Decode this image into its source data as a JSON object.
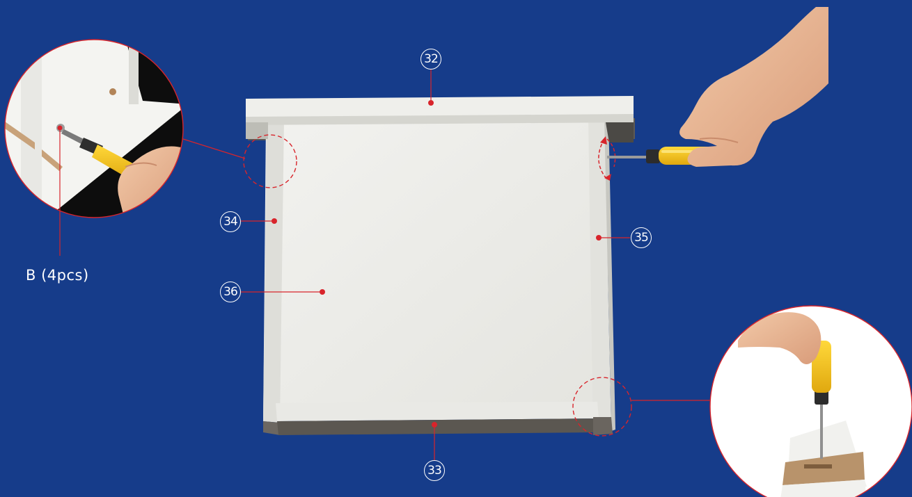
{
  "colors": {
    "background": "#163c8a",
    "panel": "#ecece8",
    "callout_line": "#d8242b",
    "handle_yellow": "#f4c21a"
  },
  "callouts": {
    "top_panel": "32",
    "bottom_panel": "33",
    "left_panel": "34",
    "right_panel": "35",
    "back_panel": "36"
  },
  "hardware": {
    "screw_label": "B (4pcs)"
  },
  "icons": [
    "screwdriver-icon",
    "hand-icon",
    "rotate-arrow-icon",
    "zoom-detail-circle"
  ]
}
